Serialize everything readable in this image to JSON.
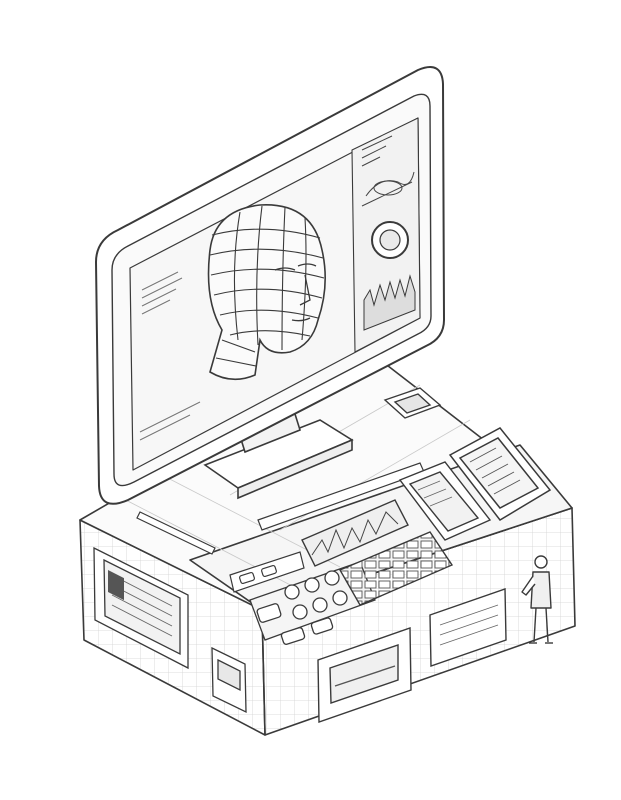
{
  "illustration": {
    "subject": "isometric-computer-terminal",
    "style": "monochrome line drawing",
    "colors": {
      "background": "#ffffff",
      "ink": "#3a3a3a",
      "light_ink": "#9a9a9a",
      "panel_fill": "#f4f4f4",
      "screen_fill": "#f7f7f7"
    },
    "elements": [
      "monitor",
      "wireframe-head",
      "side-panel-chart",
      "gauge-dial",
      "waveform-chart",
      "keyboard",
      "keypad",
      "waveform-display",
      "tablet-panel",
      "small-figure"
    ]
  }
}
